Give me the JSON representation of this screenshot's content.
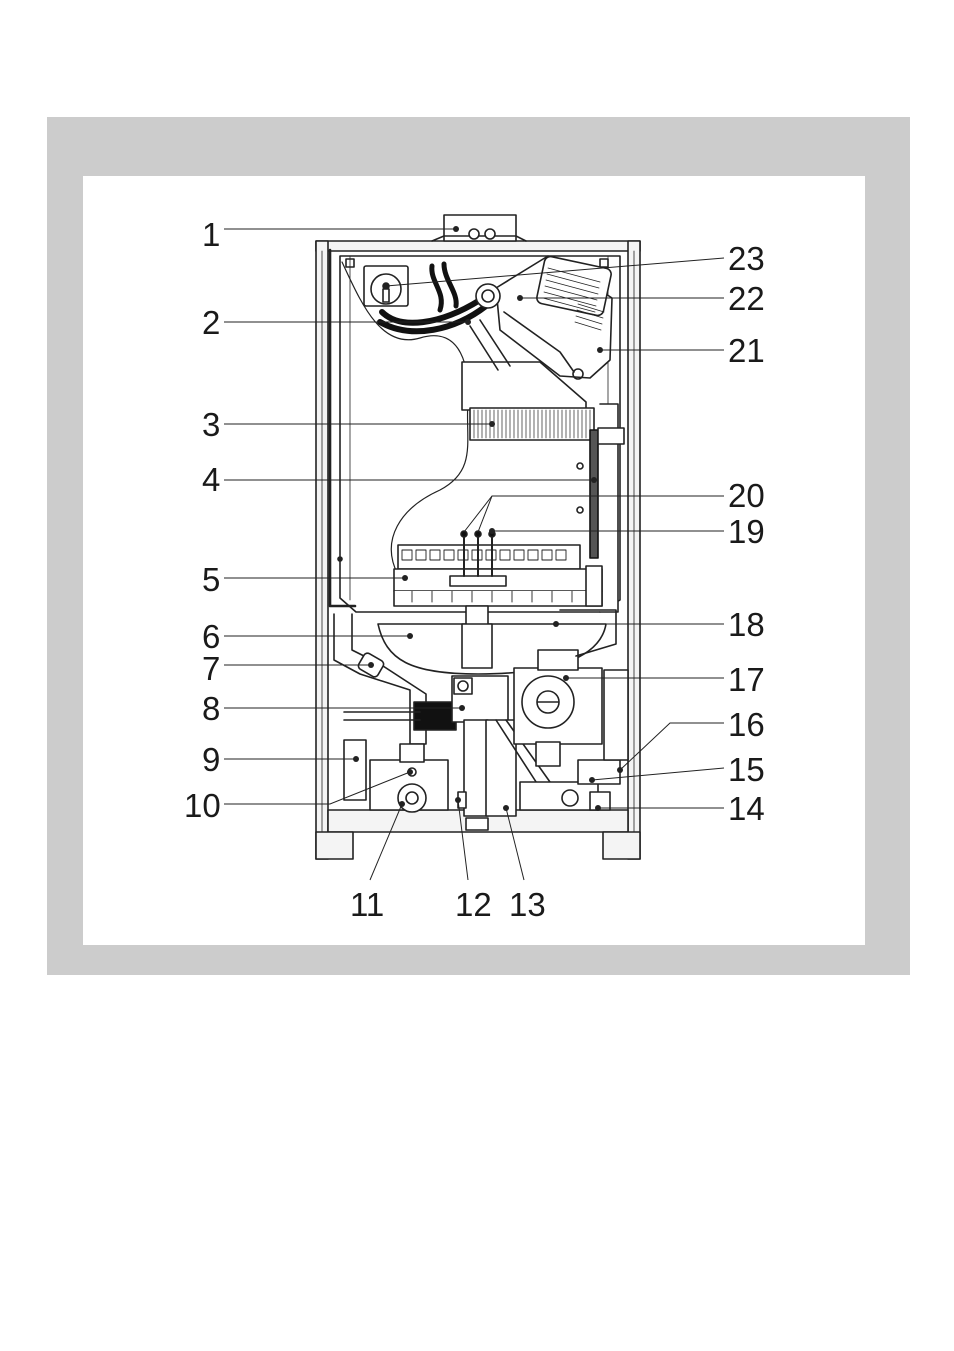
{
  "figure": {
    "callouts": [
      {
        "id": "1",
        "text": "1"
      },
      {
        "id": "2",
        "text": "2"
      },
      {
        "id": "3",
        "text": "3"
      },
      {
        "id": "4",
        "text": "4"
      },
      {
        "id": "5",
        "text": "5"
      },
      {
        "id": "6",
        "text": "6"
      },
      {
        "id": "7",
        "text": "7"
      },
      {
        "id": "8",
        "text": "8"
      },
      {
        "id": "9",
        "text": "9"
      },
      {
        "id": "10",
        "text": "10"
      },
      {
        "id": "11",
        "text": "11"
      },
      {
        "id": "12",
        "text": "12"
      },
      {
        "id": "13",
        "text": "13"
      },
      {
        "id": "14",
        "text": "14"
      },
      {
        "id": "15",
        "text": "15"
      },
      {
        "id": "16",
        "text": "16"
      },
      {
        "id": "17",
        "text": "17"
      },
      {
        "id": "18",
        "text": "18"
      },
      {
        "id": "19",
        "text": "19"
      },
      {
        "id": "20",
        "text": "20"
      },
      {
        "id": "21",
        "text": "21"
      },
      {
        "id": "22",
        "text": "22"
      },
      {
        "id": "23",
        "text": "23"
      }
    ]
  }
}
